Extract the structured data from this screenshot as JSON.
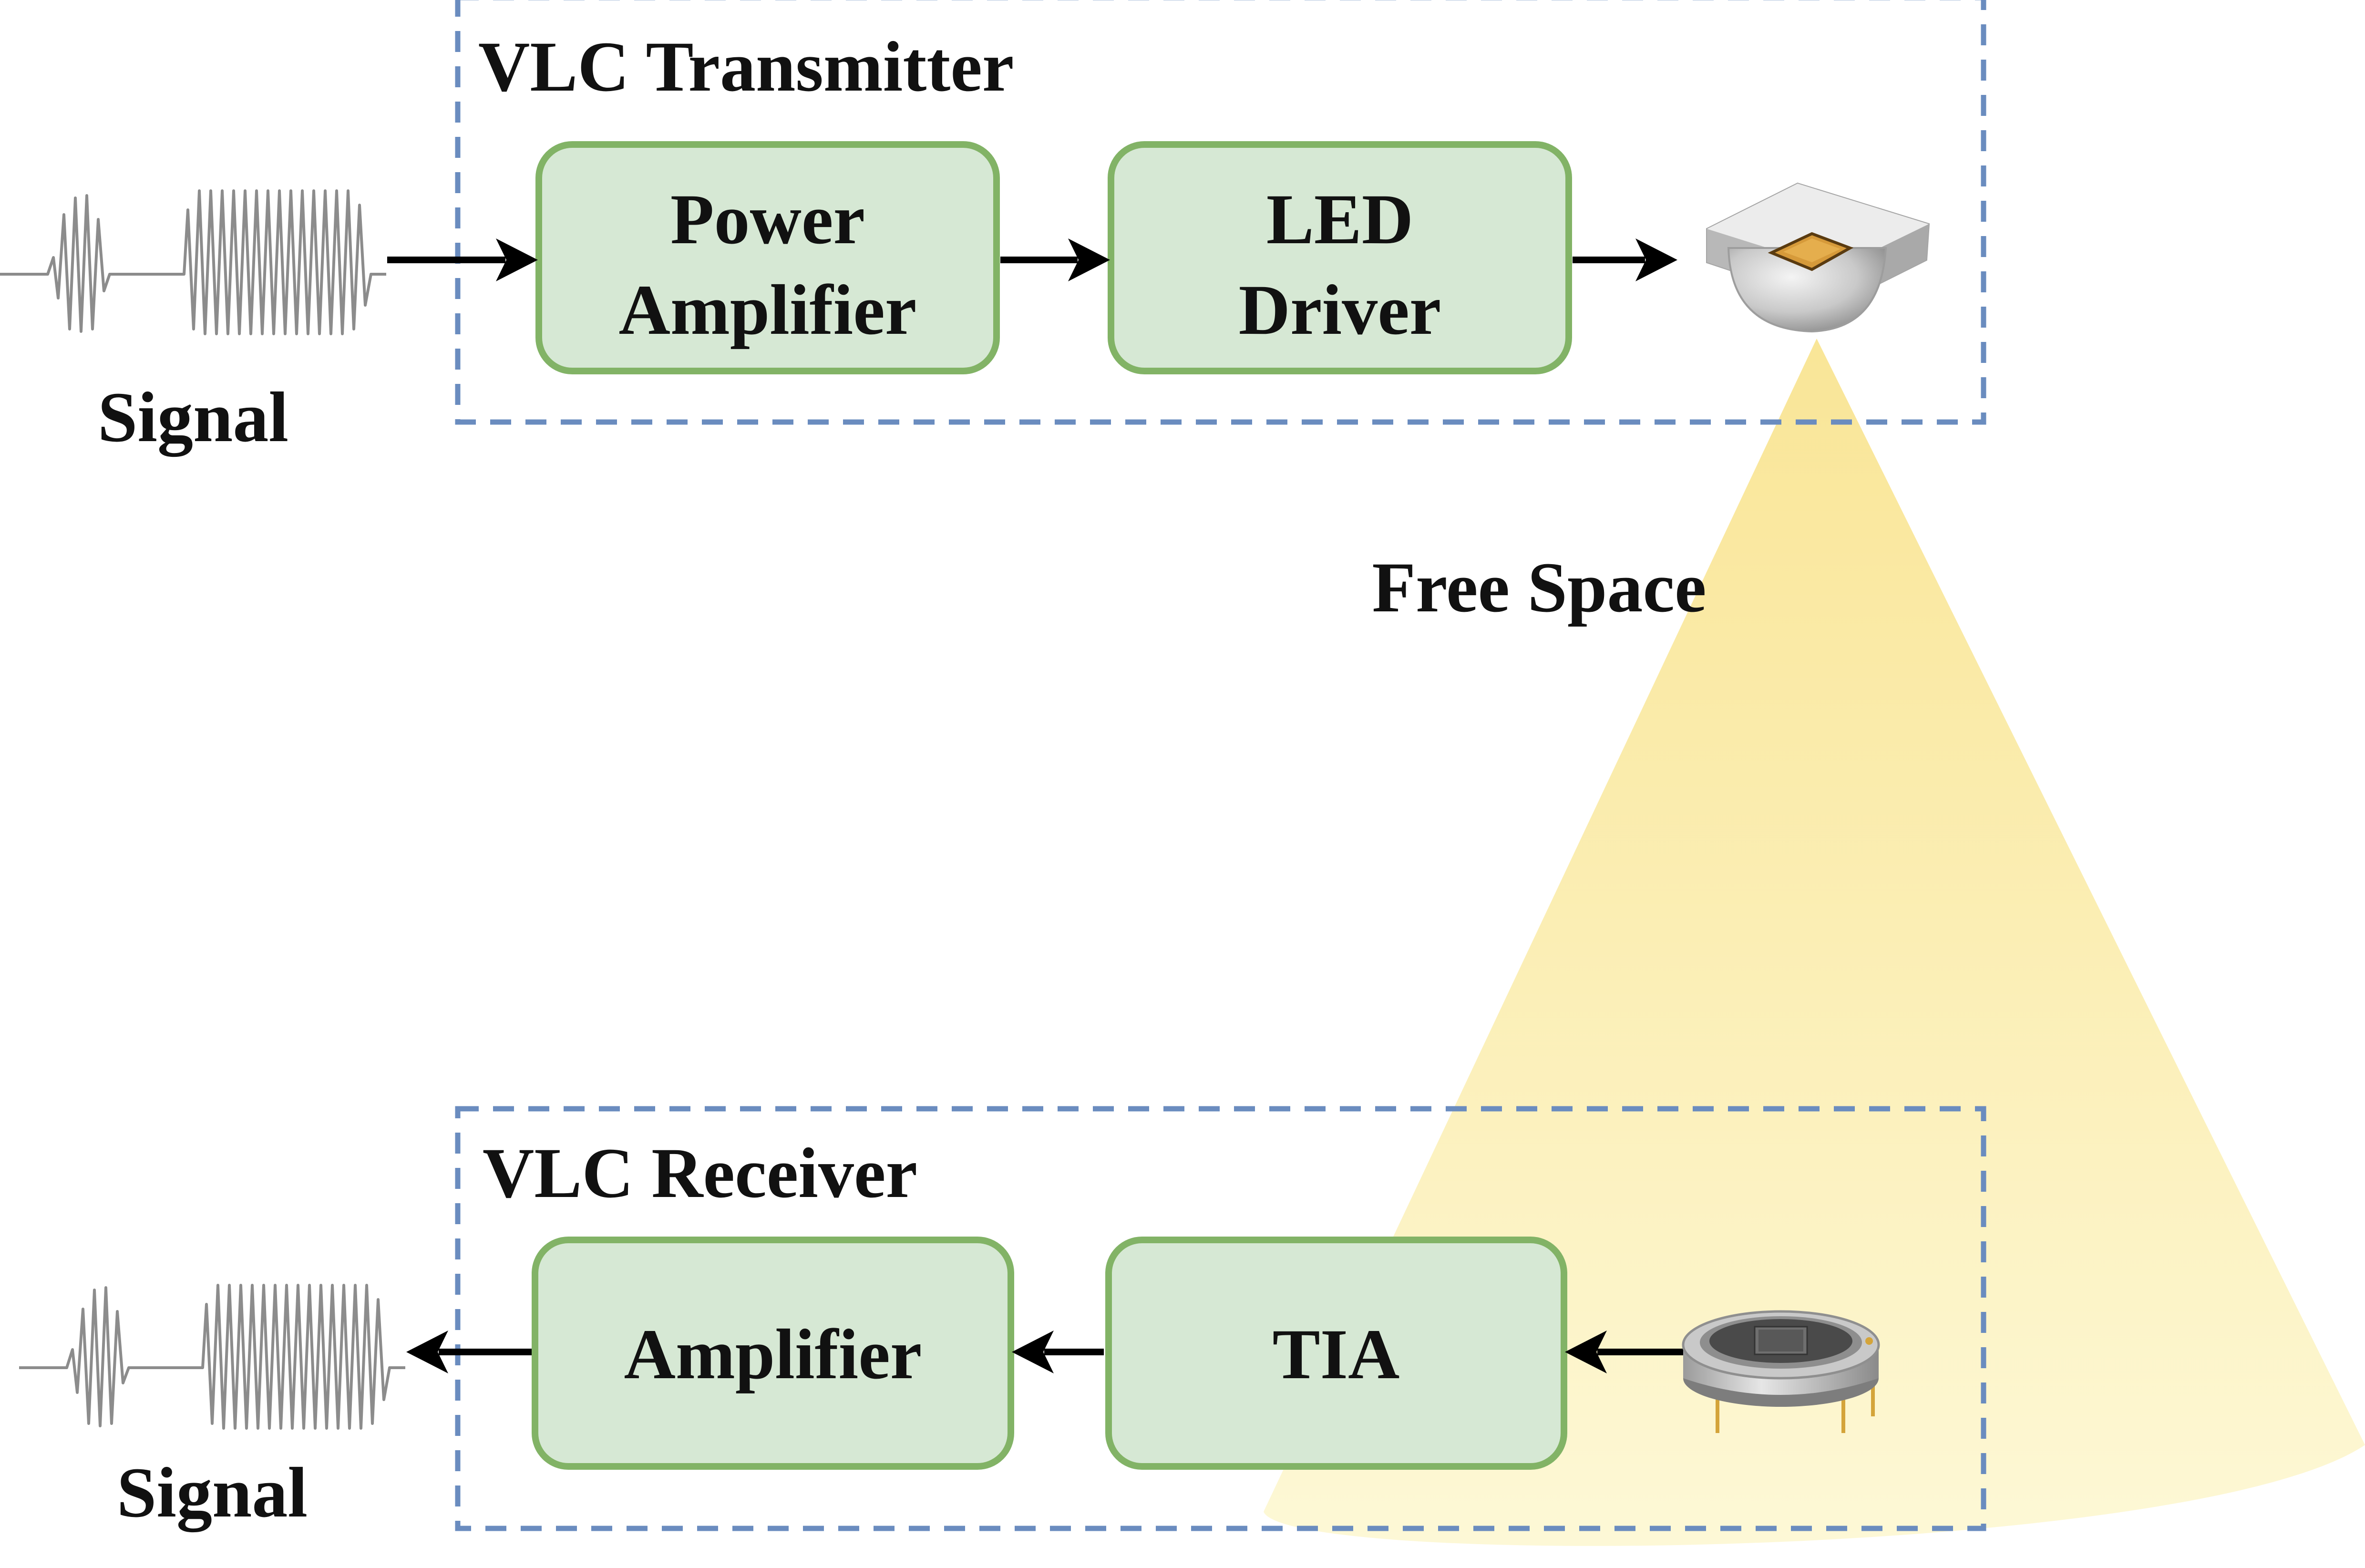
{
  "transmitter": {
    "title": "VLC Transmitter",
    "blocks": [
      {
        "line1": "Power",
        "line2": "Amplifier"
      },
      {
        "line1": "LED",
        "line2": "Driver"
      }
    ],
    "source_icon": "led-emitter-icon"
  },
  "input_signal": {
    "label": "Signal",
    "icon": "waveform-icon"
  },
  "channel": {
    "label": "Free Space"
  },
  "receiver": {
    "title": "VLC Receiver",
    "blocks": [
      {
        "label": "Amplifier"
      },
      {
        "label": "TIA"
      }
    ],
    "detector_icon": "photodiode-icon"
  },
  "output_signal": {
    "label": "Signal",
    "icon": "waveform-icon"
  },
  "colors": {
    "frame": "#6a8cbf",
    "block_fill": "#d6e8d4",
    "block_border": "#82b366",
    "light_cone": "#fbeea6"
  }
}
